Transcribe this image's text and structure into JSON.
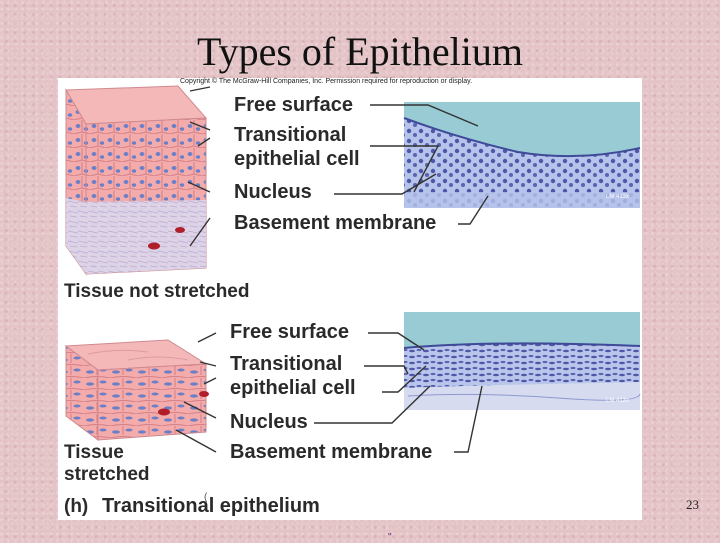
{
  "slide": {
    "title": "Types of Epithelium",
    "number": "23",
    "footer_mark": "\"",
    "stray_mark": "("
  },
  "figure": {
    "copyright": "Copyright © The McGraw-Hill Companies, Inc. Permission required for reproduction or display.",
    "top": {
      "labels": {
        "free_surface": "Free surface",
        "transitional_cell_line1": "Transitional",
        "transitional_cell_line2": "epithelial cell",
        "nucleus": "Nucleus",
        "basement_membrane": "Basement membrane"
      },
      "micrograph_mag": "LM 413x",
      "caption": "Tissue not stretched"
    },
    "bottom": {
      "labels": {
        "free_surface": "Free surface",
        "transitional_cell_line1": "Transitional",
        "transitional_cell_line2": "epithelial cell",
        "nucleus": "Nucleus",
        "basement_membrane": "Basement membrane"
      },
      "micrograph_mag": "LM 413x",
      "caption_line1": "Tissue",
      "caption_line2": "stretched"
    },
    "panel_letter": "(h)",
    "panel_title": "Transitional epithelium"
  },
  "colors": {
    "background": "#e4c3c6",
    "tissue_pink": "#f2a8a8",
    "nucleus_blue": "#6b7fc8",
    "connective": "#d8d0e8",
    "micro_bg": "#8fc6cf",
    "micro_cells": "#5a63b0"
  }
}
